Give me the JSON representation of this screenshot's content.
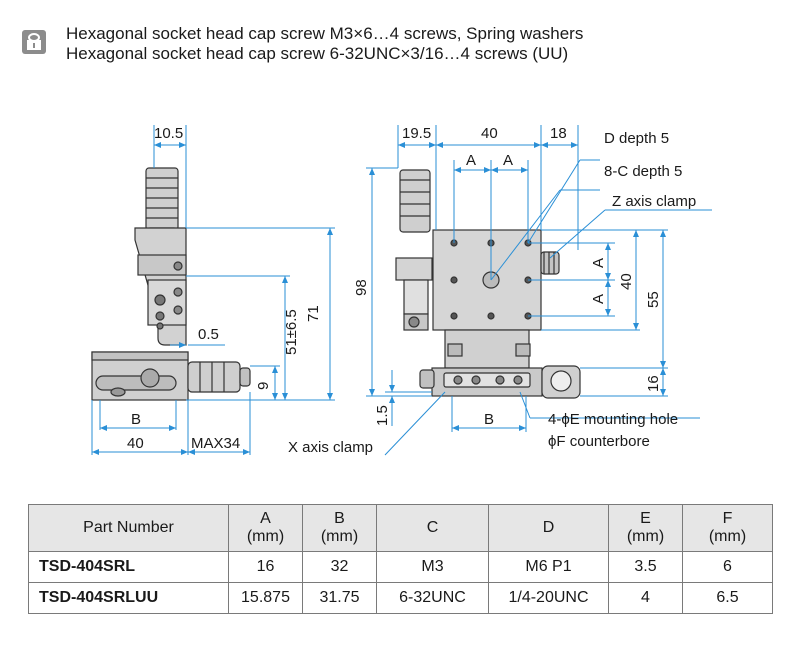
{
  "notes": {
    "icon": "lock-screw-icon",
    "line1": "Hexagonal socket head cap screw M3×6…4 screws, Spring washers",
    "line2": "Hexagonal socket head cap screw 6-32UNC×3/16…4 screws (UU)"
  },
  "side_view": {
    "dim_top": "10.5",
    "dim_gap": "0.5",
    "dim_stroke": "51±6.5",
    "dim_height": "71",
    "dim_base": "9",
    "dim_b": "B",
    "dim_width": "40",
    "dim_max": "MAX34"
  },
  "front_view": {
    "dim_left": "19.5",
    "dim_mid": "40",
    "dim_right": "18",
    "dim_a1": "A",
    "dim_a2": "A",
    "dim_total_h": "98",
    "dim_a_v1": "A",
    "dim_a_v2": "A",
    "dim_40_v": "40",
    "dim_55": "55",
    "dim_16": "16",
    "dim_1_5": "1.5",
    "dim_b": "B"
  },
  "callouts": {
    "d_depth": "D depth 5",
    "c_depth": "8-C depth 5",
    "z_clamp": "Z axis clamp",
    "x_clamp": "X axis clamp",
    "mount_hole": "4-ϕE mounting hole",
    "counterbore": "ϕF counterbore"
  },
  "table": {
    "headers": [
      {
        "name": "Part Number",
        "unit": ""
      },
      {
        "name": "A",
        "unit": "(mm)"
      },
      {
        "name": "B",
        "unit": "(mm)"
      },
      {
        "name": "C",
        "unit": ""
      },
      {
        "name": "D",
        "unit": ""
      },
      {
        "name": "E",
        "unit": "(mm)"
      },
      {
        "name": "F",
        "unit": "(mm)"
      }
    ],
    "rows": [
      [
        "TSD-404SRL",
        "16",
        "32",
        "M3",
        "M6 P1",
        "3.5",
        "6"
      ],
      [
        "TSD-404SRLUU",
        "15.875",
        "31.75",
        "6-32UNC",
        "1/4-20UNC",
        "4",
        "6.5"
      ]
    ]
  },
  "colors": {
    "dimension": "#2a8fd6",
    "body": "#dcdcdc",
    "outline": "#333333"
  }
}
